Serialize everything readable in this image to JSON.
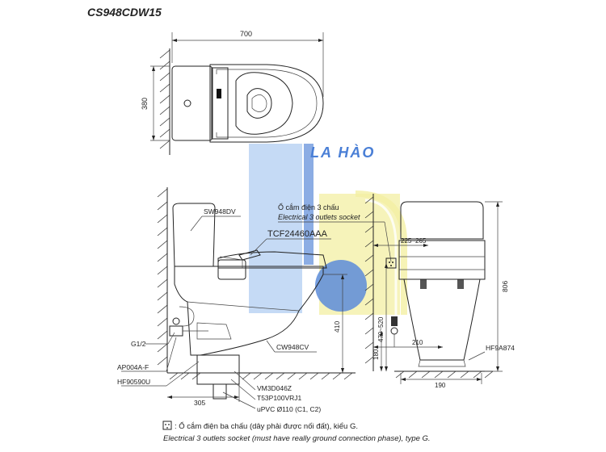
{
  "model_code": "CS948CDW15",
  "watermark": "LA HÀO",
  "top_view": {
    "width_dim": "700",
    "depth_dim": "380"
  },
  "parts": {
    "sw948dv": "SW948DV",
    "tcf": "TCF24460AAA",
    "g12": "G1/2",
    "ap004af": "AP004A-F",
    "hf90590u": "HF90590U",
    "cw948cv": "CW948CV",
    "vm3d046z": "VM3D046Z",
    "t53p100": "T53P100VRJ1",
    "upvc": "uPVC Ø110 (C1, C2)",
    "hf9a874": "HF9A874"
  },
  "socket_label_vi": "Ổ cắm điện 3 chấu",
  "socket_label_en": "Electrical 3 outlets socket",
  "side_dims": {
    "d305": "305",
    "d410": "410"
  },
  "front_dims": {
    "d225_265": "225~265",
    "d470_520": "470~520",
    "d806": "806",
    "d210": "210",
    "d180": "180",
    "d190": "190"
  },
  "footnote_vi": ": Ổ cắm điện ba chấu (dây phải được nối đất), kiểu G.",
  "footnote_en": "Electrical 3 outlets socket (must have really ground connection phase), type G.",
  "colors": {
    "watermark_blue": "#4a7fd6",
    "watermark_light_blue": "#a9c8f0",
    "watermark_yellow": "#f3ee9a"
  }
}
